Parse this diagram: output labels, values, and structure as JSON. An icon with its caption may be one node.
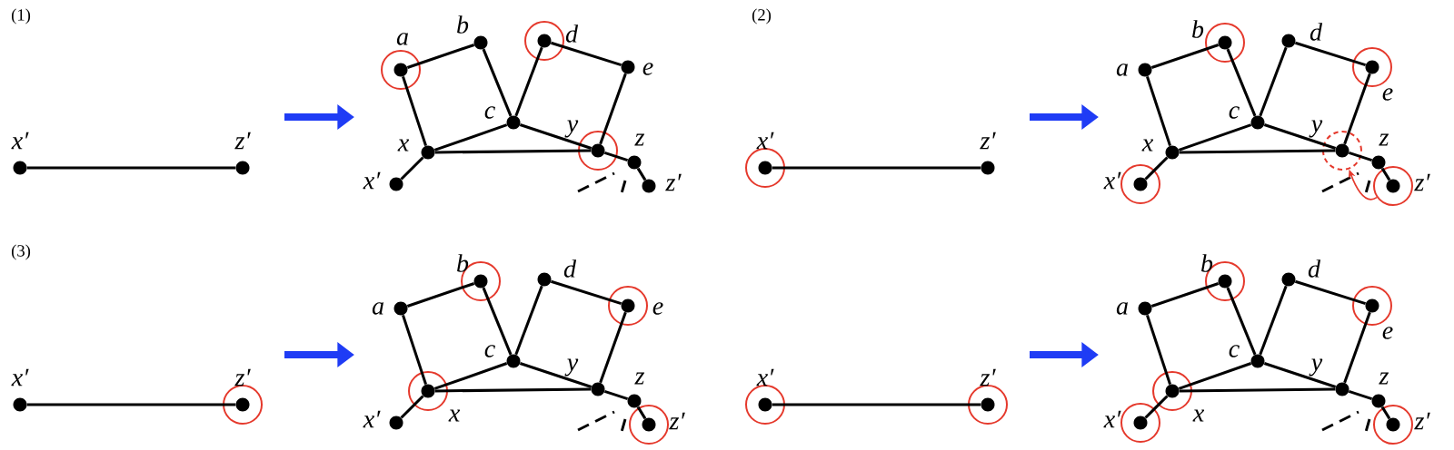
{
  "diagram": {
    "nodes": [
      {
        "text": [
          "x′"
        ]
      },
      {
        "text": [
          "z′"
        ]
      },
      {
        "text": [],
        "shape": "circle"
      },
      {
        "text": [
          "a"
        ],
        "in": 2
      },
      {
        "text": [
          "b"
        ]
      },
      {
        "text": [
          "c"
        ]
      },
      {
        "text": [],
        "shape": "circle"
      },
      {
        "text": [
          "d"
        ],
        "in": 6
      },
      {
        "text": [
          "e"
        ]
      },
      {
        "text": [
          "x"
        ]
      },
      {
        "text": [],
        "shape": "circle"
      },
      {
        "text": [
          "y"
        ],
        "in": 10
      },
      {
        "text": [
          "z"
        ]
      },
      {
        "text": [
          "x′"
        ]
      },
      {
        "text": [
          "z′"
        ]
      },
      {
        "text": [],
        "shape": "circle"
      },
      {
        "text": [
          "x′"
        ],
        "in": 15
      },
      {
        "text": [
          "z′"
        ]
      },
      {
        "text": [
          "a"
        ]
      },
      {
        "text": [],
        "shape": "circle"
      },
      {
        "text": [
          "b"
        ],
        "in": 19
      },
      {
        "text": [
          "c"
        ]
      },
      {
        "text": [
          "d"
        ]
      },
      {
        "text": [],
        "shape": "circle"
      },
      {
        "text": [
          "e"
        ],
        "in": 23
      },
      {
        "text": [
          "x"
        ]
      },
      {
        "text": [],
        "shape": "circle"
      },
      {
        "text": [
          "y"
        ],
        "in": 26
      },
      {
        "text": [
          "z"
        ]
      },
      {
        "text": [],
        "shape": "circle"
      },
      {
        "text": [
          "x′"
        ],
        "in": 29
      },
      {
        "text": [],
        "shape": "circle"
      },
      {
        "text": [
          "z′"
        ],
        "in": 31
      },
      {
        "text": [
          "x′"
        ]
      },
      {
        "text": [],
        "shape": "circle"
      },
      {
        "text": [
          "z′"
        ],
        "in": 34
      },
      {
        "text": [
          "a"
        ]
      },
      {
        "text": [],
        "shape": "circle"
      },
      {
        "text": [
          "b"
        ],
        "in": 37
      },
      {
        "text": [
          "c"
        ]
      },
      {
        "text": [
          "d"
        ]
      },
      {
        "text": [],
        "shape": "circle"
      },
      {
        "text": [
          "e"
        ],
        "in": 41
      },
      {
        "text": [],
        "shape": "circle"
      },
      {
        "text": [
          "x"
        ],
        "in": 43
      },
      {
        "text": [
          "y"
        ]
      },
      {
        "text": [
          "z"
        ]
      },
      {
        "text": [
          "x′"
        ]
      },
      {
        "text": [],
        "shape": "circle"
      },
      {
        "text": [
          "z′"
        ],
        "in": 48
      },
      {
        "text": [],
        "shape": "circle"
      },
      {
        "text": [
          "x′"
        ],
        "in": 50
      },
      {
        "text": [],
        "shape": "circle"
      },
      {
        "text": [
          "z′"
        ],
        "in": 52
      },
      {
        "text": [
          "a"
        ]
      },
      {
        "text": [],
        "shape": "circle"
      },
      {
        "text": [
          "b"
        ],
        "in": 55
      },
      {
        "text": [
          "c"
        ]
      },
      {
        "text": [
          "d"
        ]
      },
      {
        "text": [],
        "shape": "circle"
      },
      {
        "text": [
          "e"
        ],
        "in": 59
      },
      {
        "text": [],
        "shape": "circle"
      },
      {
        "text": [
          "x"
        ],
        "in": 61
      },
      {
        "text": [
          "y"
        ]
      },
      {
        "text": [
          "z"
        ]
      },
      {
        "text": [],
        "shape": "circle"
      },
      {
        "text": [
          "x′"
        ],
        "in": 65
      },
      {
        "text": [],
        "shape": "circle"
      },
      {
        "text": [
          "z′"
        ],
        "in": 67
      }
    ],
    "edges": [
      {
        "from": 0,
        "to": 1,
        "arrow": "none"
      },
      {
        "from": 9,
        "to": 3,
        "arrow": "none"
      },
      {
        "from": 3,
        "to": 4,
        "arrow": "none"
      },
      {
        "from": 4,
        "to": 5,
        "arrow": "none"
      },
      {
        "from": 5,
        "to": 7,
        "arrow": "none"
      },
      {
        "from": 7,
        "to": 8,
        "arrow": "none"
      },
      {
        "from": 8,
        "to": 11,
        "arrow": "none"
      },
      {
        "from": 9,
        "to": 5,
        "arrow": "none"
      },
      {
        "from": 5,
        "to": 11,
        "arrow": "none"
      },
      {
        "from": 9,
        "to": 11,
        "arrow": "none"
      },
      {
        "from": 11,
        "to": 12,
        "arrow": "none"
      },
      {
        "from": 12,
        "to": 14,
        "arrow": "none"
      },
      {
        "from": 9,
        "to": 13,
        "arrow": "none"
      },
      {
        "from": 16,
        "to": 17,
        "arrow": "none"
      },
      {
        "from": 25,
        "to": 18,
        "arrow": "none"
      },
      {
        "from": 18,
        "to": 20,
        "arrow": "none"
      },
      {
        "from": 20,
        "to": 21,
        "arrow": "none"
      },
      {
        "from": 21,
        "to": 22,
        "arrow": "none"
      },
      {
        "from": 22,
        "to": 24,
        "arrow": "none"
      },
      {
        "from": 24,
        "to": 27,
        "arrow": "none"
      },
      {
        "from": 25,
        "to": 21,
        "arrow": "none"
      },
      {
        "from": 21,
        "to": 27,
        "arrow": "none"
      },
      {
        "from": 25,
        "to": 27,
        "arrow": "none"
      },
      {
        "from": 27,
        "to": 28,
        "arrow": "none"
      },
      {
        "from": 28,
        "to": 32,
        "arrow": "none"
      },
      {
        "from": 25,
        "to": 30,
        "arrow": "none"
      },
      {
        "from": 33,
        "to": 35,
        "arrow": "none"
      },
      {
        "from": 44,
        "to": 36,
        "arrow": "none"
      },
      {
        "from": 36,
        "to": 38,
        "arrow": "none"
      },
      {
        "from": 38,
        "to": 39,
        "arrow": "none"
      },
      {
        "from": 39,
        "to": 40,
        "arrow": "none"
      },
      {
        "from": 40,
        "to": 42,
        "arrow": "none"
      },
      {
        "from": 42,
        "to": 45,
        "arrow": "none"
      },
      {
        "from": 44,
        "to": 39,
        "arrow": "none"
      },
      {
        "from": 39,
        "to": 45,
        "arrow": "none"
      },
      {
        "from": 44,
        "to": 45,
        "arrow": "none"
      },
      {
        "from": 45,
        "to": 46,
        "arrow": "none"
      },
      {
        "from": 46,
        "to": 49,
        "arrow": "none"
      },
      {
        "from": 44,
        "to": 47,
        "arrow": "none"
      },
      {
        "from": 51,
        "to": 53,
        "arrow": "none"
      },
      {
        "from": 62,
        "to": 54,
        "arrow": "none"
      },
      {
        "from": 54,
        "to": 56,
        "arrow": "none"
      },
      {
        "from": 56,
        "to": 57,
        "arrow": "none"
      },
      {
        "from": 57,
        "to": 58,
        "arrow": "none"
      },
      {
        "from": 58,
        "to": 60,
        "arrow": "none"
      },
      {
        "from": 60,
        "to": 63,
        "arrow": "none"
      },
      {
        "from": 62,
        "to": 57,
        "arrow": "none"
      },
      {
        "from": 57,
        "to": 63,
        "arrow": "none"
      },
      {
        "from": 62,
        "to": 63,
        "arrow": "none"
      },
      {
        "from": 63,
        "to": 64,
        "arrow": "none"
      },
      {
        "from": 64,
        "to": 68,
        "arrow": "none"
      },
      {
        "from": 62,
        "to": 66,
        "arrow": "none"
      },
      {
        "from": 31,
        "to": 26,
        "arrow": "to",
        "color": "#e5392c"
      }
    ],
    "labels": [
      "(1)",
      "(2)",
      "(3)"
    ]
  }
}
